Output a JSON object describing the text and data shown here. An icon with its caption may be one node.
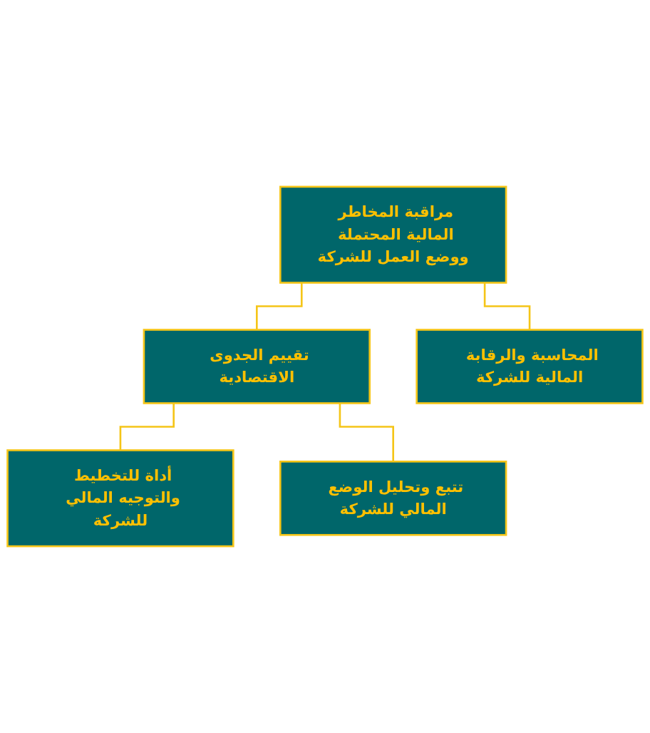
{
  "diagram": {
    "nodes": [
      {
        "text": [
          "مراقبة المخاطر المالية المحتملة ووضع العمل للشركة"
        ]
      },
      {
        "text": [
          "تقييم الجدوى الاقتصادية"
        ]
      },
      {
        "text": [
          "المحاسبة والرقابة المالية للشركة"
        ]
      },
      {
        "text": [
          "أداة للتخطيط والتوجيه المالي للشركة"
        ]
      },
      {
        "text": [
          "تتبع وتحليل الوضع المالي للشركة"
        ]
      }
    ],
    "edges": [
      {
        "from": 0,
        "to": 1,
        "arrow": "none"
      },
      {
        "from": 0,
        "to": 2,
        "arrow": "none"
      },
      {
        "from": 1,
        "to": 3,
        "arrow": "none"
      },
      {
        "from": 1,
        "to": 4,
        "arrow": "none"
      }
    ]
  }
}
